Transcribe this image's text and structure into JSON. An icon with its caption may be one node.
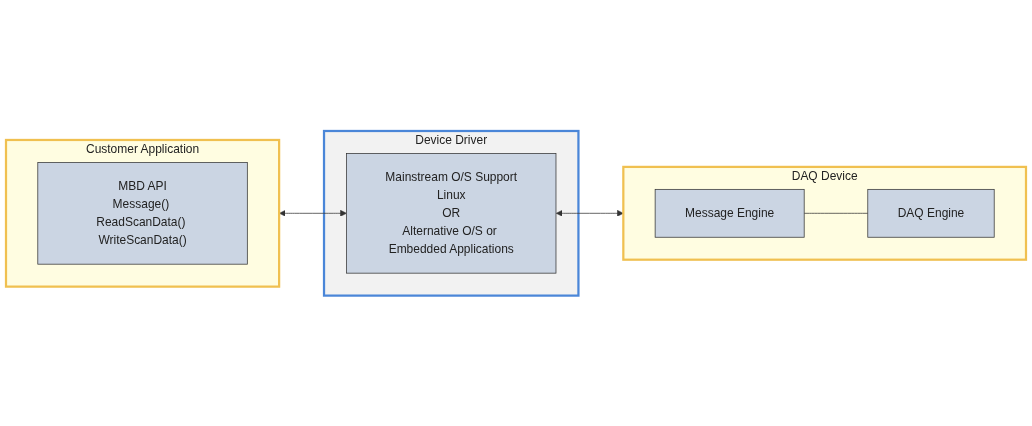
{
  "diagram": {
    "nodes": [
      {
        "text": [
          "Customer Application"
        ]
      },
      {
        "text": [
          "MBD API",
          "Message() ReadScanData() WriteScanData()"
        ],
        "in": 0
      },
      {
        "text": [
          "Device Driver"
        ]
      },
      {
        "text": [
          "Mainstream O/S Support",
          "Linux",
          "OR",
          "Alternative O/S or Embedded Applications"
        ],
        "in": 2
      },
      {
        "text": [
          "DAQ Device"
        ]
      },
      {
        "text": [
          "Message Engine"
        ],
        "in": 4
      },
      {
        "text": [
          "DAQ Engine"
        ],
        "in": 4
      }
    ],
    "edges": [
      {
        "from": 0,
        "to": 3,
        "arrow": "both"
      },
      {
        "from": 3,
        "to": 4,
        "arrow": "both"
      },
      {
        "from": 5,
        "to": 6,
        "arrow": "none"
      }
    ]
  }
}
